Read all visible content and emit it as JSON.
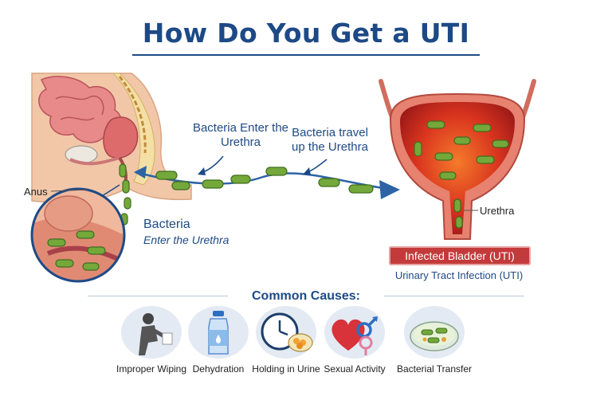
{
  "title": "How Do You Get a UTI",
  "labels": {
    "bacteria_enter": "Bacteria Enter the Urethra",
    "bacteria_travel": "Bacteria travel up the Urethra",
    "anus": "Anus",
    "bacteria": "Bacteria",
    "enter_urethra": "Enter the Urethra",
    "urethra": "Urethra",
    "infected_bladder": "Infected Bladder (UTI)",
    "uti_full": "Urinary Tract Infection (UTI)"
  },
  "causes": {
    "title": "Common Causes:",
    "items": [
      {
        "label": "Improper Wiping",
        "icon": "person-wiping-icon"
      },
      {
        "label": "Dehydration",
        "icon": "water-bottle-icon"
      },
      {
        "label": "Holding in Urine",
        "icon": "clock-icon"
      },
      {
        "label": "Sexual Activity",
        "icon": "heart-gender-icon"
      },
      {
        "label": "Bacterial Transfer",
        "icon": "petri-dish-icon"
      }
    ]
  },
  "colors": {
    "title_blue": "#1d4a86",
    "bladder_red": "#c33a3a",
    "bacteria_green": "#6fa33a",
    "skin": "#f2c7a8"
  }
}
